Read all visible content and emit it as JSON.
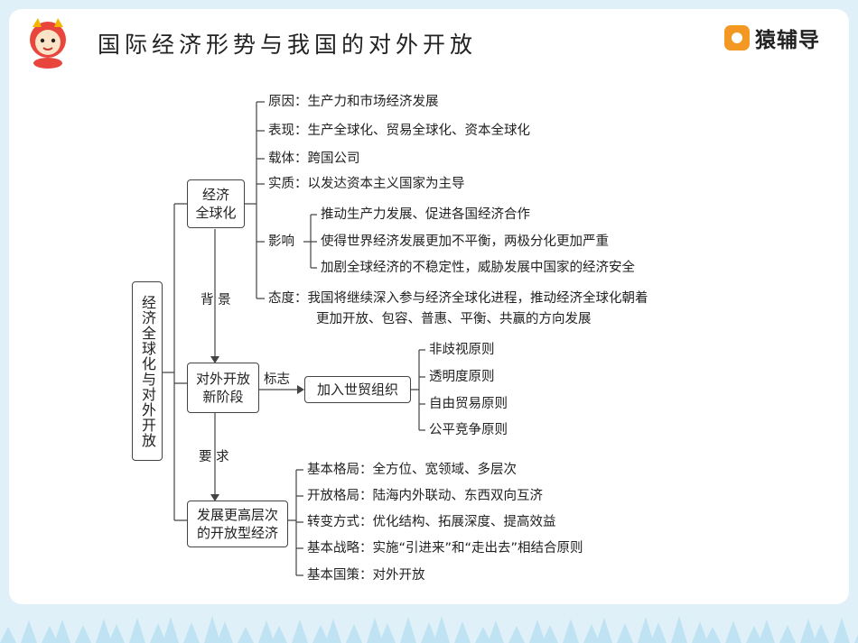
{
  "header": {
    "title": "国际经济形势与我国的对外开放",
    "brand": "猿辅导"
  },
  "root": {
    "label": "经济全球化与对外开放"
  },
  "nodes": {
    "globalization": [
      "经济",
      "全球化"
    ],
    "new_stage": [
      "对外开放",
      "新阶段"
    ],
    "higher_level": [
      "发展更高层次",
      "的开放型经济"
    ],
    "wto": "加入世贸组织"
  },
  "edges": {
    "background": "背 景",
    "requirement": "要 求",
    "sign": "标志"
  },
  "globalization_items": {
    "cause": "原因：生产力和市场经济发展",
    "manifestation": "表现：生产全球化、贸易全球化、资本全球化",
    "carrier": "载体：跨国公司",
    "essence": "实质：以发达资本主义国家为主导",
    "impact_label": "影响",
    "impact_items": [
      "推动生产力发展、促进各国经济合作",
      "使得世界经济发展更加不平衡，两极分化更加严重",
      "加剧全球经济的不稳定性，威胁发展中国家的经济安全"
    ],
    "attitude_line1": "态度：我国将继续深入参与经济全球化进程，推动经济全球化朝着",
    "attitude_line2": "更加开放、包容、普惠、平衡、共赢的方向发展"
  },
  "wto_principles": [
    "非歧视原则",
    "透明度原则",
    "自由贸易原则",
    "公平竞争原则"
  ],
  "higher_level_items": [
    "基本格局：全方位、宽领域、多层次",
    "开放格局：陆海内外联动、东西双向互济",
    "转变方式：优化结构、拓展深度、提高效益",
    "基本战略：实施“引进来”和“走出去”相结合原则",
    "基本国策：对外开放"
  ]
}
